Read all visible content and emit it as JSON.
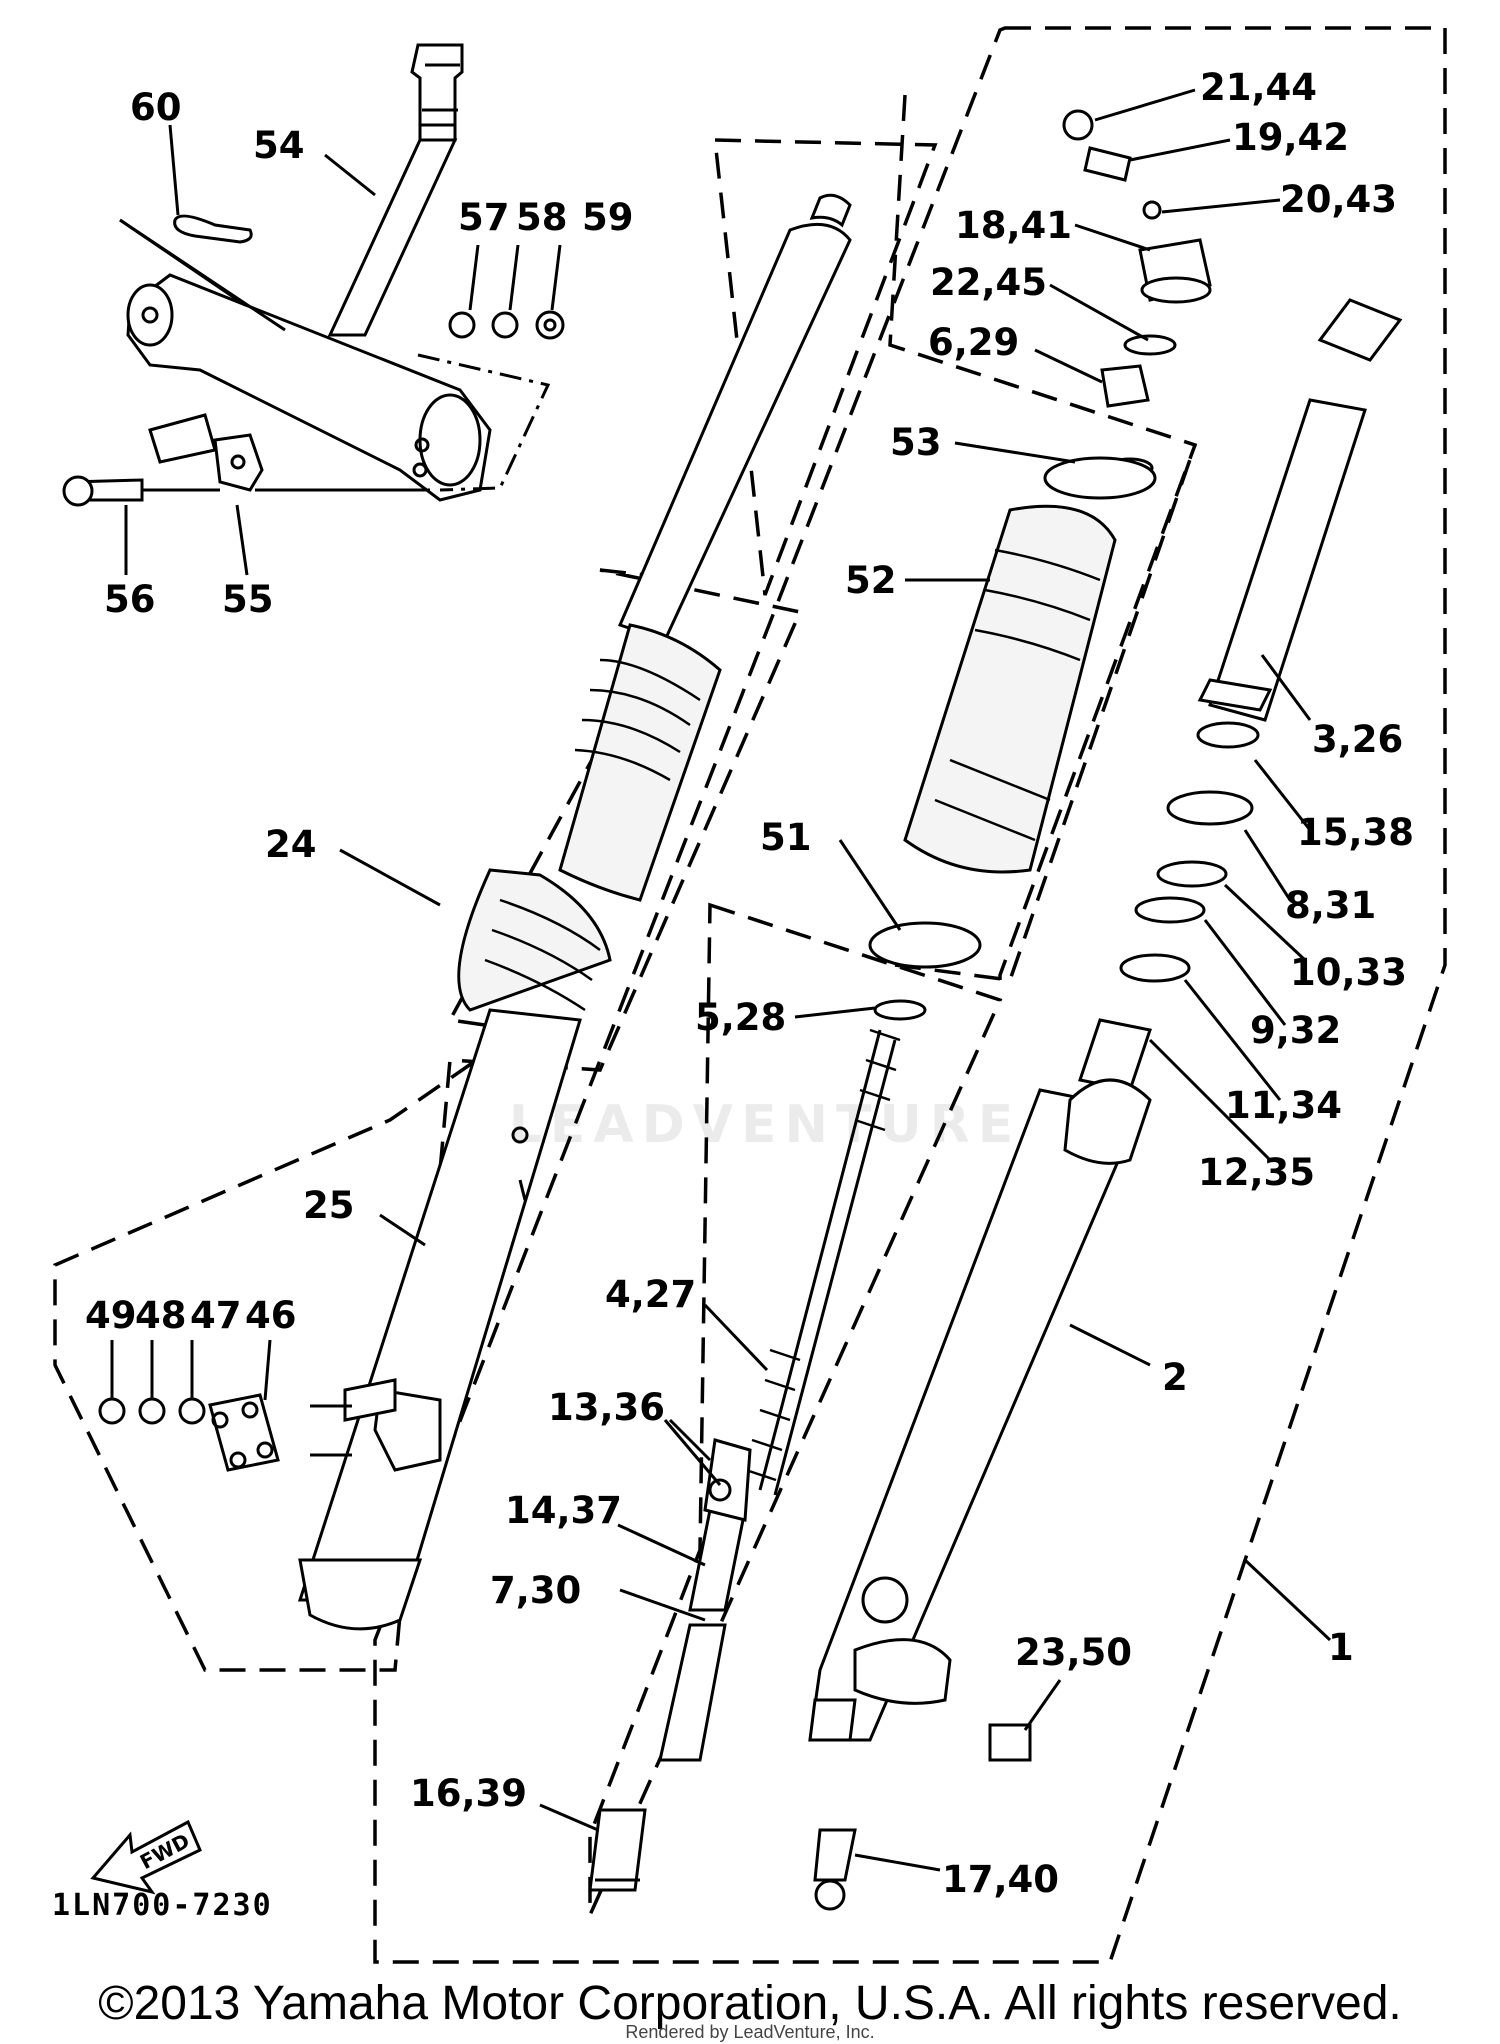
{
  "diagram": {
    "labels": {
      "l60": "60",
      "l54": "54",
      "l57": "57",
      "l58": "58",
      "l59": "59",
      "l56": "56",
      "l55": "55",
      "l24": "24",
      "l25": "25",
      "l49": "49",
      "l48": "48",
      "l47": "47",
      "l46": "46",
      "l21_44": "21,44",
      "l19_42": "19,42",
      "l20_43": "20,43",
      "l18_41": "18,41",
      "l22_45": "22,45",
      "l6_29": "6,29",
      "l53": "53",
      "l52": "52",
      "l51": "51",
      "l5_28": "5,28",
      "l4_27": "4,27",
      "l13_36": "13,36",
      "l14_37": "14,37",
      "l7_30": "7,30",
      "l16_39": "16,39",
      "l3_26": "3,26",
      "l15_38": "15,38",
      "l8_31": "8,31",
      "l10_33": "10,33",
      "l9_32": "9,32",
      "l11_34": "11,34",
      "l12_35": "12,35",
      "l2": "2",
      "l23_50": "23,50",
      "l1": "1",
      "l17_40": "17,40"
    },
    "fwd_label": "FWD",
    "part_code": "1LN700-7230",
    "watermark": "LEADVENTURE"
  },
  "footer": {
    "copyright": "©2013 Yamaha Motor Corporation, U.S.A. All rights reserved.",
    "rendered_by": "Rendered by LeadVenture, Inc."
  }
}
